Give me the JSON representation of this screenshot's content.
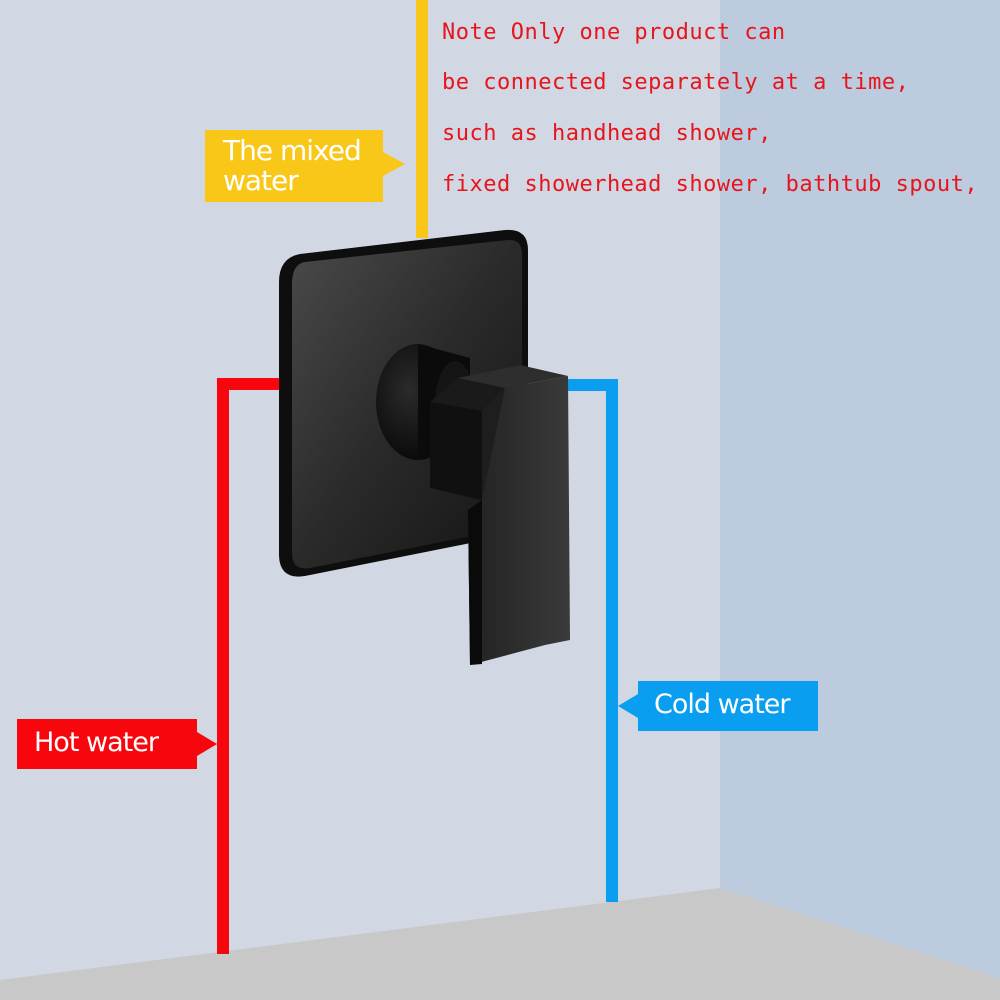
{
  "scene": {
    "colors": {
      "left_wall": "#d1d8e3",
      "right_wall": "#bccbdd",
      "floor": "#c8c8c8",
      "mixed_water": "#f8c718",
      "hot_water": "#f7070d",
      "cold_water": "#0a9ef0",
      "note_text": "#e8141c",
      "valve": "#1c1c1c"
    }
  },
  "note": {
    "lines": [
      "Note Only one product can",
      "be connected separately at a time,",
      "such as handhead shower,",
      "fixed showerhead shower, bathtub spout,"
    ]
  },
  "callouts": {
    "mixed": {
      "line1": "The mixed",
      "line2": "water"
    },
    "hot": {
      "label": "Hot water"
    },
    "cold": {
      "label": "Cold water"
    }
  },
  "product": {
    "name": "shower-mixer-valve",
    "finish": "matte black",
    "trim_shape": "square plate",
    "handle": "single lever"
  }
}
